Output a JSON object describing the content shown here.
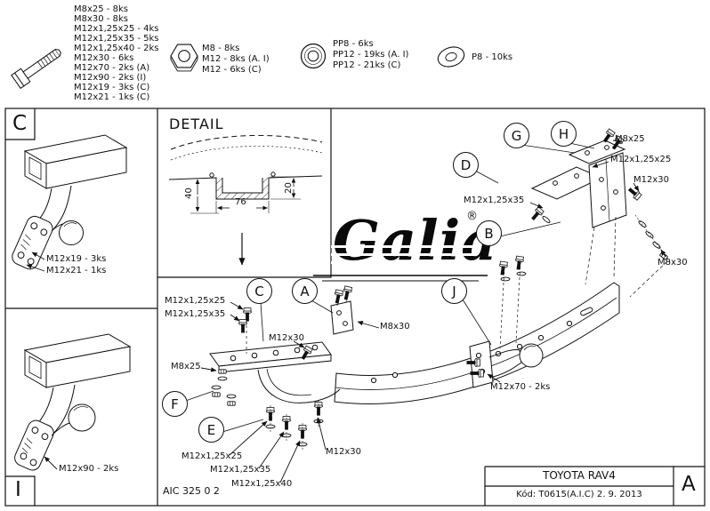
{
  "legend": {
    "bolt_items": [
      "M8x25 - 8ks",
      "M8x30 - 8ks",
      "M12x1,25x25 - 4ks",
      "M12x1,25x35 - 5ks",
      "M12x1,25x40 - 2ks",
      "M12x30 - 6ks",
      "M12x70 - 2ks (A)",
      "M12x90 - 2ks (I)",
      "M12x19 - 3ks (C)",
      "M12x21 - 1ks (C)"
    ],
    "nut_items": [
      "M8 - 8ks",
      "M12 - 8ks (A. I)",
      "M12 - 6ks (C)"
    ],
    "washer_pp_items": [
      "PP8 - 6ks",
      "PP12 - 19ks (A. I)",
      "PP12 - 21ks (C)"
    ],
    "washer_p_items": [
      "P8 - 10ks"
    ]
  },
  "left_panels": {
    "c": {
      "corner_label": "C",
      "notes": [
        "M12x19 - 3ks",
        "M12x21 - 1ks"
      ]
    },
    "i": {
      "corner_label": "I",
      "notes": [
        "M12x90 - 2ks"
      ]
    }
  },
  "detail": {
    "title": "DETAIL",
    "dim_left": "40",
    "dim_width": "76",
    "dim_right": "20"
  },
  "logo": {
    "text": "Galia",
    "reg": "®"
  },
  "main": {
    "callouts": [
      {
        "label": "D"
      },
      {
        "label": "G"
      },
      {
        "label": "H"
      },
      {
        "label": "B"
      },
      {
        "label": "J"
      },
      {
        "label": "C"
      },
      {
        "label": "A"
      },
      {
        "label": "F"
      },
      {
        "label": "E"
      }
    ],
    "labels": [
      {
        "text": "M8x25"
      },
      {
        "text": "M12x1,25x25"
      },
      {
        "text": "M12x30"
      },
      {
        "text": "M12x1,25x35"
      },
      {
        "text": "M8x30"
      },
      {
        "text": "M12x1,25x25"
      },
      {
        "text": "M12x1,25x35"
      },
      {
        "text": "M12x30"
      },
      {
        "text": "M8x30"
      },
      {
        "text": "M8x25"
      },
      {
        "text": "M12x70 - 2ks"
      },
      {
        "text": "M12x1,25x25"
      },
      {
        "text": "M12x1,25x35"
      },
      {
        "text": "M12x1,25x40"
      },
      {
        "text": "M12x30"
      }
    ]
  },
  "footer": {
    "doc_number": "AIC 325 0 2",
    "vehicle": "TOYOTA RAV4",
    "code_line": "Kód: T0615(A.I.C)  2. 9. 2013",
    "corner_a": "A"
  }
}
